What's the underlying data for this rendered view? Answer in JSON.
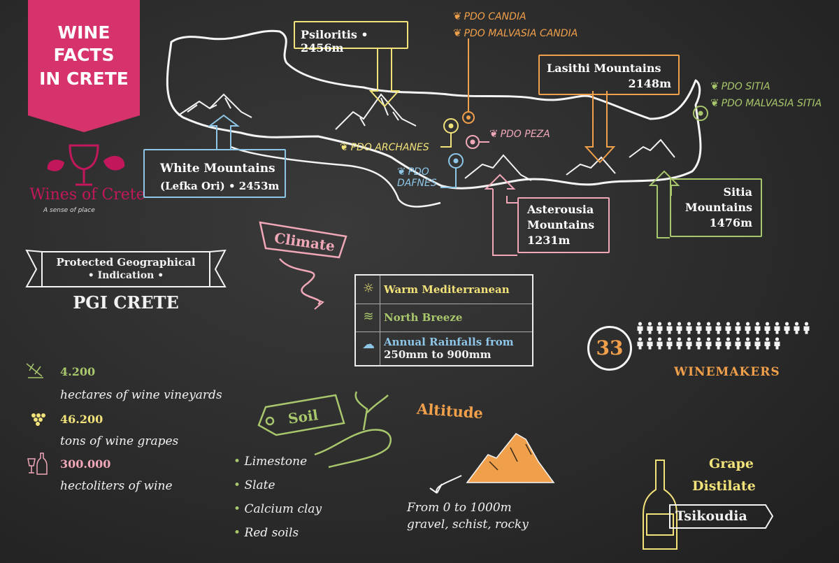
{
  "title": {
    "line1": "WINE",
    "line2": "FACTS",
    "line3": "IN CRETE"
  },
  "logo": {
    "name": "Wines of Crete",
    "tagline": "A sense of place"
  },
  "mountains": {
    "white": {
      "name": "White Mountains",
      "sub": "(Lefka Ori) • 2453m"
    },
    "psiloritis": {
      "label": "Psiloritis • 2456m"
    },
    "lasithi": {
      "name": "Lasithi Mountains",
      "height": "2148m"
    },
    "asterousia": {
      "line1": "Asterousia",
      "line2": "Mountains",
      "height": "1231m"
    },
    "sitia": {
      "line1": "Sitia",
      "line2": "Mountains",
      "height": "1476m"
    }
  },
  "pdo": {
    "candia": "PDO CANDIA",
    "malvasia_candia": "PDO MALVASIA CANDIA",
    "peza": "PDO PEZA",
    "archanes": "PDO ARCHANES",
    "dafnes_1": "PDO",
    "dafnes_2": "DAFNES",
    "sitia": "PDO SITIA",
    "malvasia_sitia": "PDO MALVASIA SITIA"
  },
  "pgi": {
    "line1": "Protected Geographical",
    "line2": "• Indication •",
    "name": "PGI CRETE"
  },
  "climate": {
    "title": "Climate",
    "rows": [
      {
        "text": "Warm Mediterranean"
      },
      {
        "text": "North Breeze"
      },
      {
        "line1": "Annual Rainfalls from",
        "line2": "250mm to 900mm"
      }
    ]
  },
  "winemakers": {
    "count": "33",
    "label": "WINEMAKERS"
  },
  "stats": [
    {
      "value": "4.200",
      "label": "hectares of wine vineyards"
    },
    {
      "value": "46.200",
      "label": "tons of wine grapes"
    },
    {
      "value": "300.000",
      "label": "hectoliters of wine"
    }
  ],
  "soil": {
    "title": "Soil",
    "items": [
      "Limestone",
      "Slate",
      "Calcium clay",
      "Red soils"
    ]
  },
  "altitude": {
    "title": "Altitude",
    "line1": "From 0 to 1000m",
    "line2": "gravel, schist, rocky"
  },
  "distillate": {
    "line1": "Grape",
    "line2": "Distilate",
    "name": "Tsikoudia"
  },
  "colors": {
    "pink": "#d6336c",
    "yellow": "#f2e27a",
    "orange": "#f0a04b",
    "green": "#a8c66c",
    "blue": "#8ec6e8",
    "rose": "#f0a8b8",
    "white": "#f1f1f1"
  }
}
